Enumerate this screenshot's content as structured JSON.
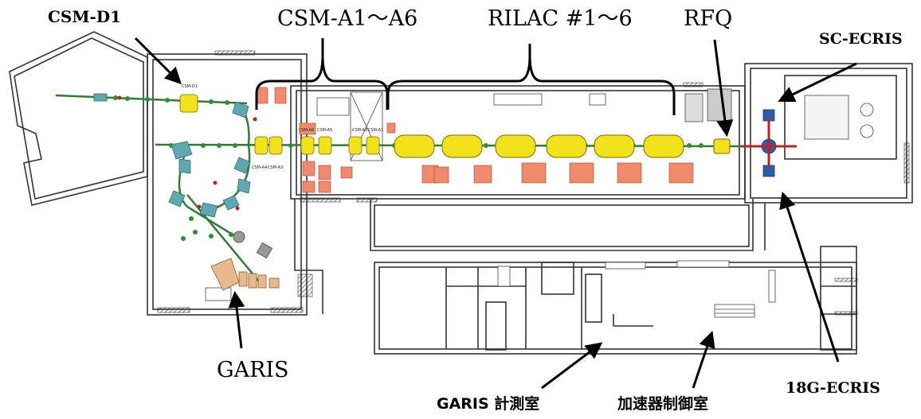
{
  "labels": {
    "csm_d1": "CSM-D1",
    "csm_a": "CSM-A1～A6",
    "rilac": "RILAC #1～6",
    "rfq": "RFQ",
    "sc_ecris": "SC-ECRIS",
    "garis": "GARIS",
    "garis_room": "GARIS 計測室",
    "control_room": "加速器制御室",
    "ecris_18g": "18G-ECRIS"
  },
  "colors": {
    "cavity": "#f2e21a",
    "magnet": "#5fa8b0",
    "power_supply": "#f08a6c",
    "garis_chamber": "#e8b98a",
    "ion_source": "#2a5fa8",
    "quadrupole": "#2f8f2f",
    "beam_red": "#c02020",
    "wall": "#333333"
  }
}
